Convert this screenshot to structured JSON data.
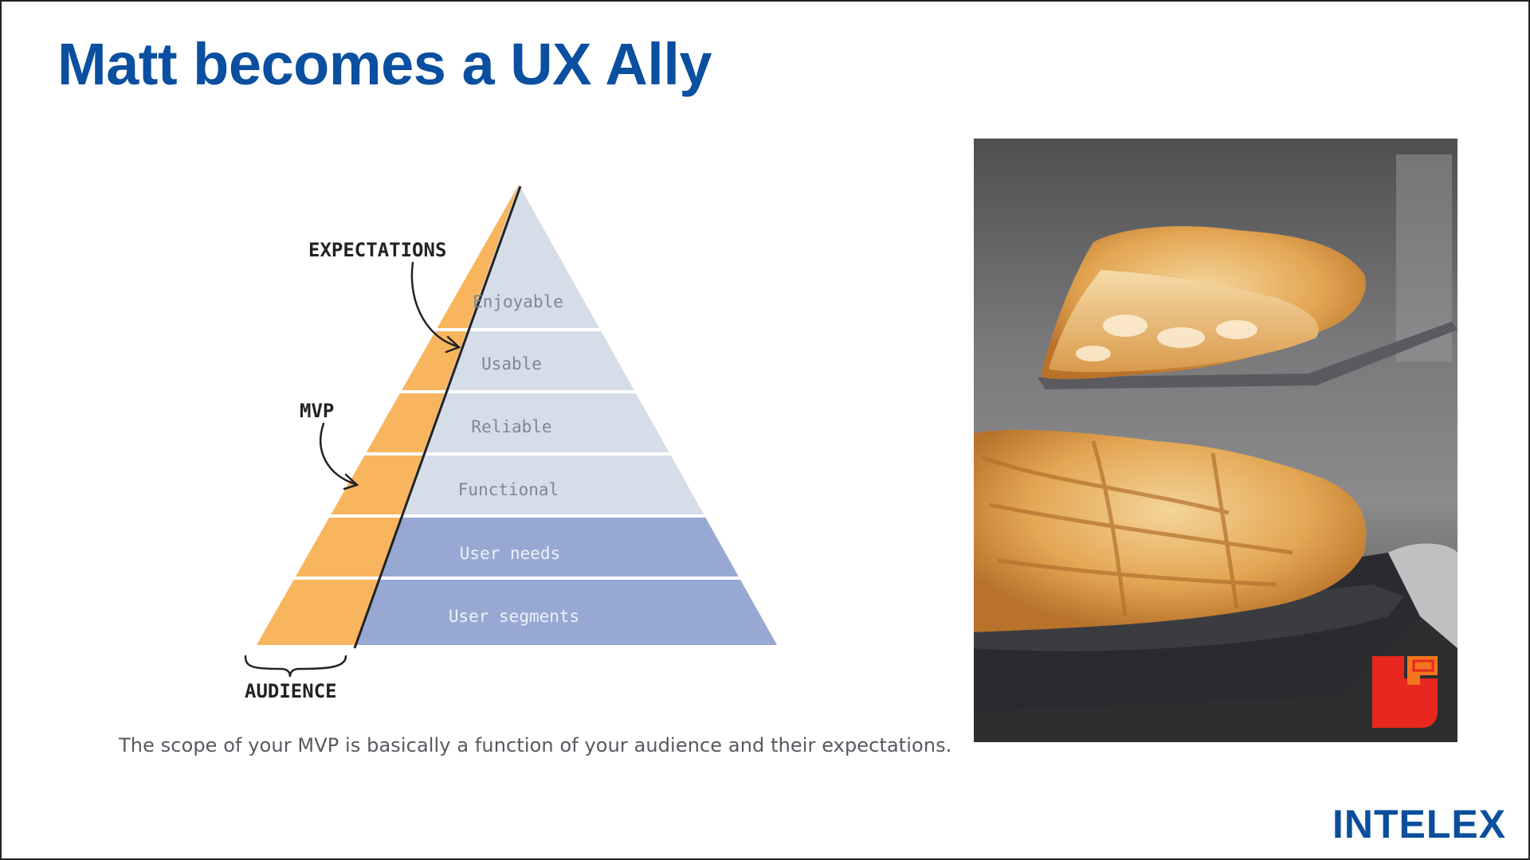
{
  "slide": {
    "title": "Matt becomes a UX Ally",
    "caption": "The scope of your MVP is basically a function of your audience and their expectations.",
    "brand": "INTELEX"
  },
  "pyramid": {
    "layers": [
      {
        "label": "Enjoyable",
        "tier": "light"
      },
      {
        "label": "Usable",
        "tier": "light"
      },
      {
        "label": "Reliable",
        "tier": "light"
      },
      {
        "label": "Functional",
        "tier": "light"
      },
      {
        "label": "User needs",
        "tier": "dark"
      },
      {
        "label": "User segments",
        "tier": "dark"
      }
    ],
    "annotations": {
      "expectations": "EXPECTATIONS",
      "mvp": "MVP",
      "audience": "AUDIENCE"
    },
    "colors": {
      "orange": "#f8b55e",
      "light_blue": "#d5dde9",
      "dark_blue": "#97a9d3",
      "separator": "#ffffff",
      "ink": "#222222"
    }
  },
  "photo": {
    "subject": "apple pie slice",
    "logo_colors": [
      "#e8271f",
      "#f4741f"
    ]
  }
}
